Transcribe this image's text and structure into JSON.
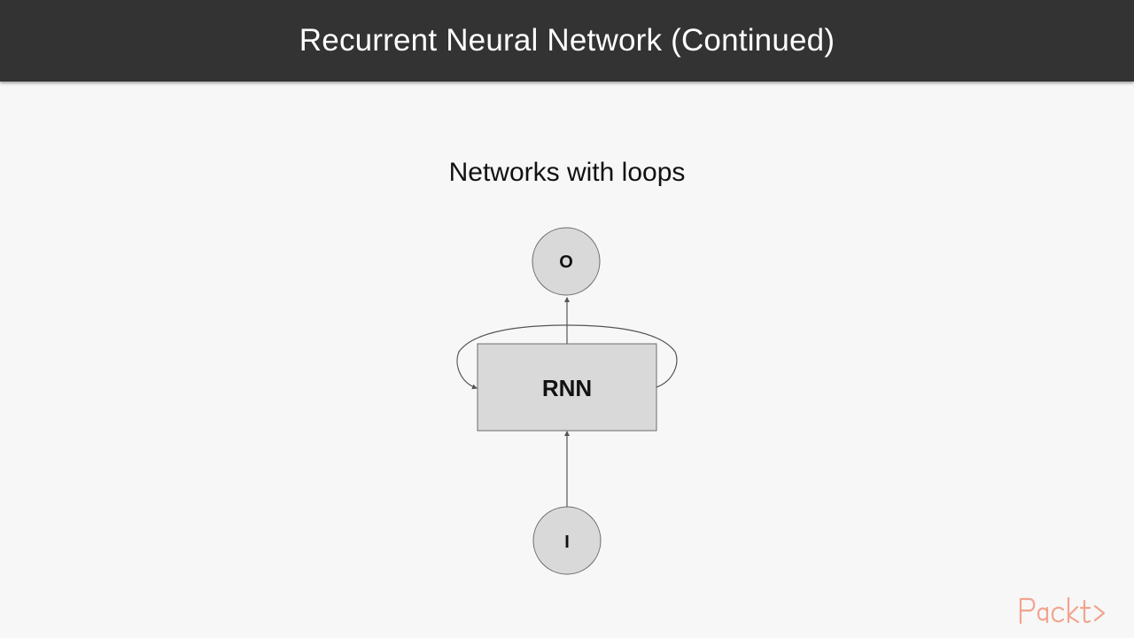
{
  "slide": {
    "title": "Recurrent Neural Network (Continued)",
    "subtitle": "Networks with loops"
  },
  "diagram": {
    "nodes": {
      "output": "O",
      "rnn": "RNN",
      "input": "I"
    },
    "colors": {
      "node_fill": "#d9d9d9",
      "node_stroke": "#6b6b6b",
      "edge": "#555555"
    }
  },
  "branding": {
    "logo": "Packt>",
    "logo_color": "#f1a48f"
  }
}
